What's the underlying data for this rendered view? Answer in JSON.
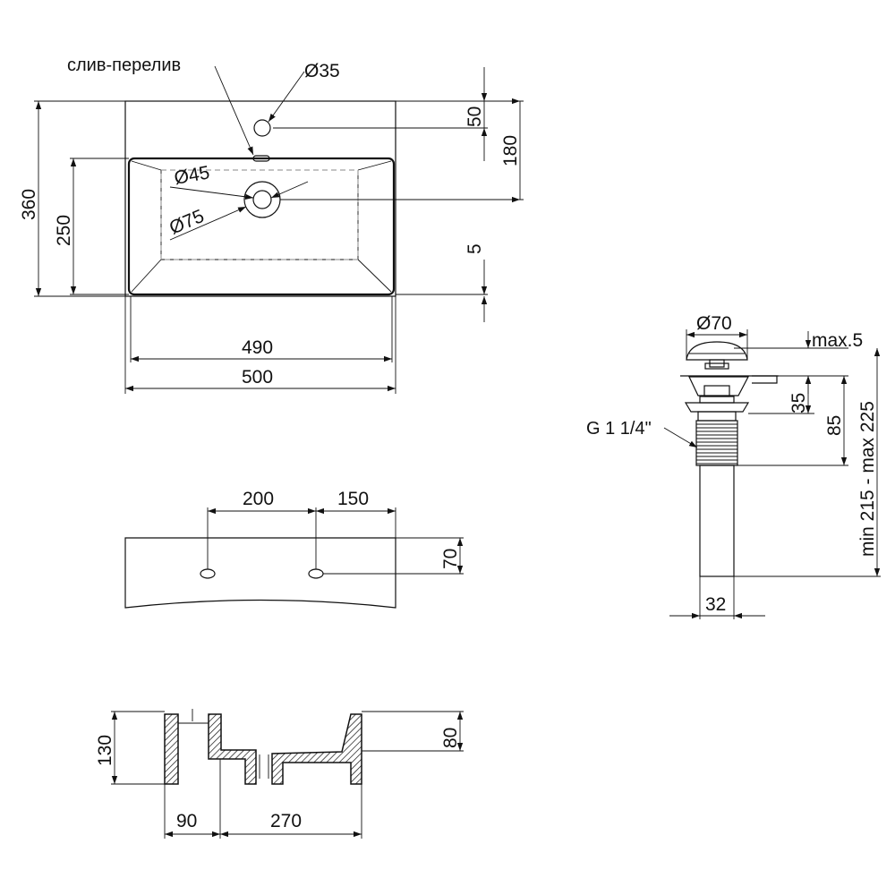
{
  "labels": {
    "overflow": "слив-перелив",
    "thread": "G 1 1/4\""
  },
  "top_view": {
    "d_overflow": "Ø35",
    "d_drain_inner": "Ø45",
    "d_drain_outer": "Ø75",
    "h_overflow_offset": "50",
    "h_drain_offset": "180",
    "h_total": "360",
    "h_bowl": "250",
    "rim": "5",
    "w_bowl": "490",
    "w_total": "500"
  },
  "front_view": {
    "hole_spacing": "200",
    "hole_edge": "150",
    "hole_height": "70"
  },
  "section_view": {
    "h_total": "130",
    "h_inner": "80",
    "w_left": "90",
    "w_right": "270"
  },
  "drain": {
    "cap_diameter": "Ø70",
    "cap_gap": "max.5",
    "flange_height": "35",
    "thread_height": "85",
    "length_range": "min 215 - max 225",
    "pipe_diameter": "32"
  }
}
